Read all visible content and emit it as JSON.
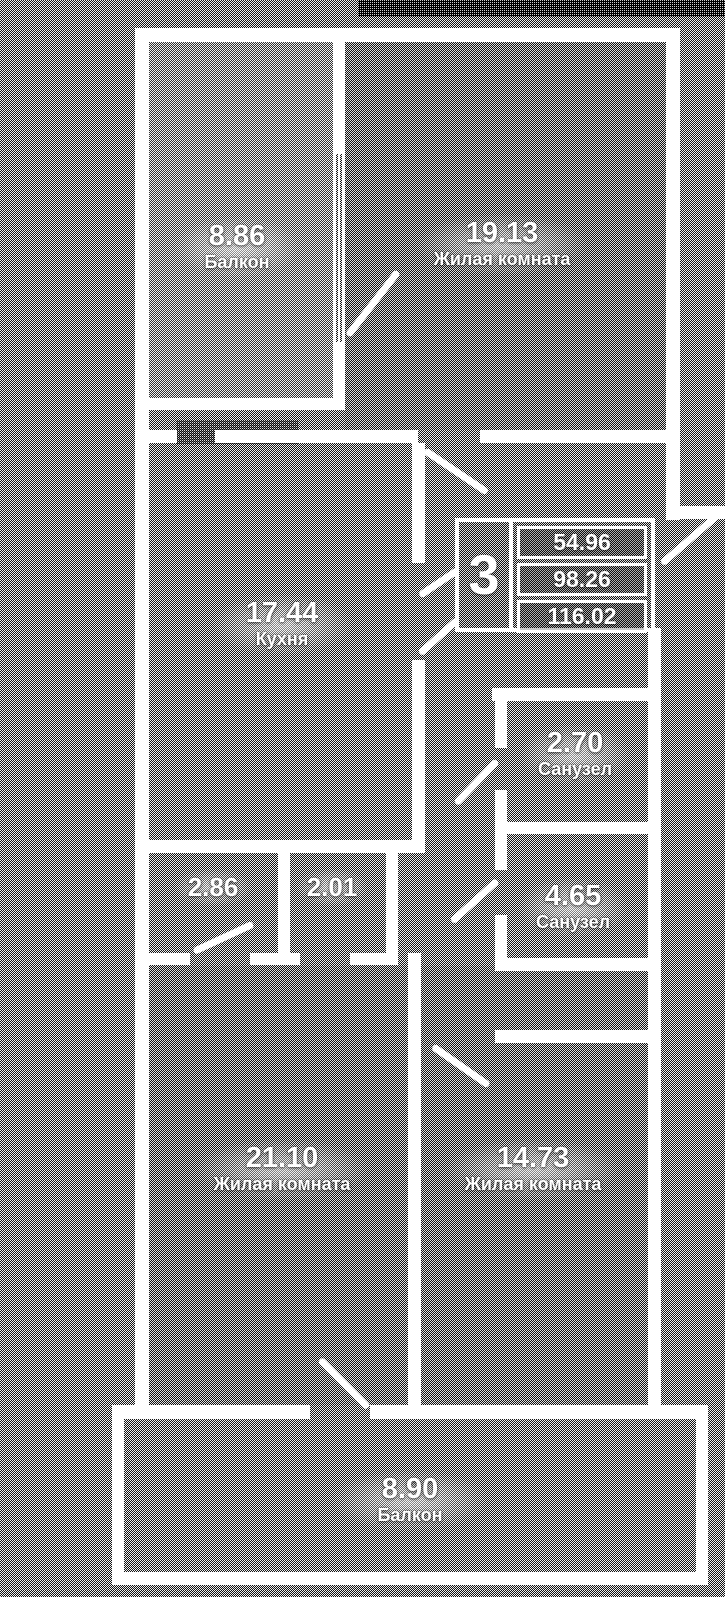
{
  "colors": {
    "wall": "#ffffff",
    "label_text": "#ffffff",
    "background_noise": "#8a8a8a"
  },
  "info_box": {
    "rooms_count": "3",
    "values": [
      "54.96",
      "98.26",
      "116.02"
    ]
  },
  "rooms": [
    {
      "key": "balcony-top",
      "area": "8.86",
      "name": "Балкон"
    },
    {
      "key": "living-room-top",
      "area": "19.13",
      "name": "Жилая комната"
    },
    {
      "key": "kitchen",
      "area": "17.44",
      "name": "Кухня"
    },
    {
      "key": "wc-small",
      "area": "2.70",
      "name": "Санузел"
    },
    {
      "key": "storage-left",
      "area": "2.86",
      "name": ""
    },
    {
      "key": "storage-right",
      "area": "2.01",
      "name": ""
    },
    {
      "key": "bathroom",
      "area": "4.65",
      "name": "Санузел"
    },
    {
      "key": "living-room-left",
      "area": "21.10",
      "name": "Жилая комната"
    },
    {
      "key": "living-room-right",
      "area": "14.73",
      "name": "Жилая комната"
    },
    {
      "key": "balcony-bottom",
      "area": "8.90",
      "name": "Балкон"
    }
  ]
}
